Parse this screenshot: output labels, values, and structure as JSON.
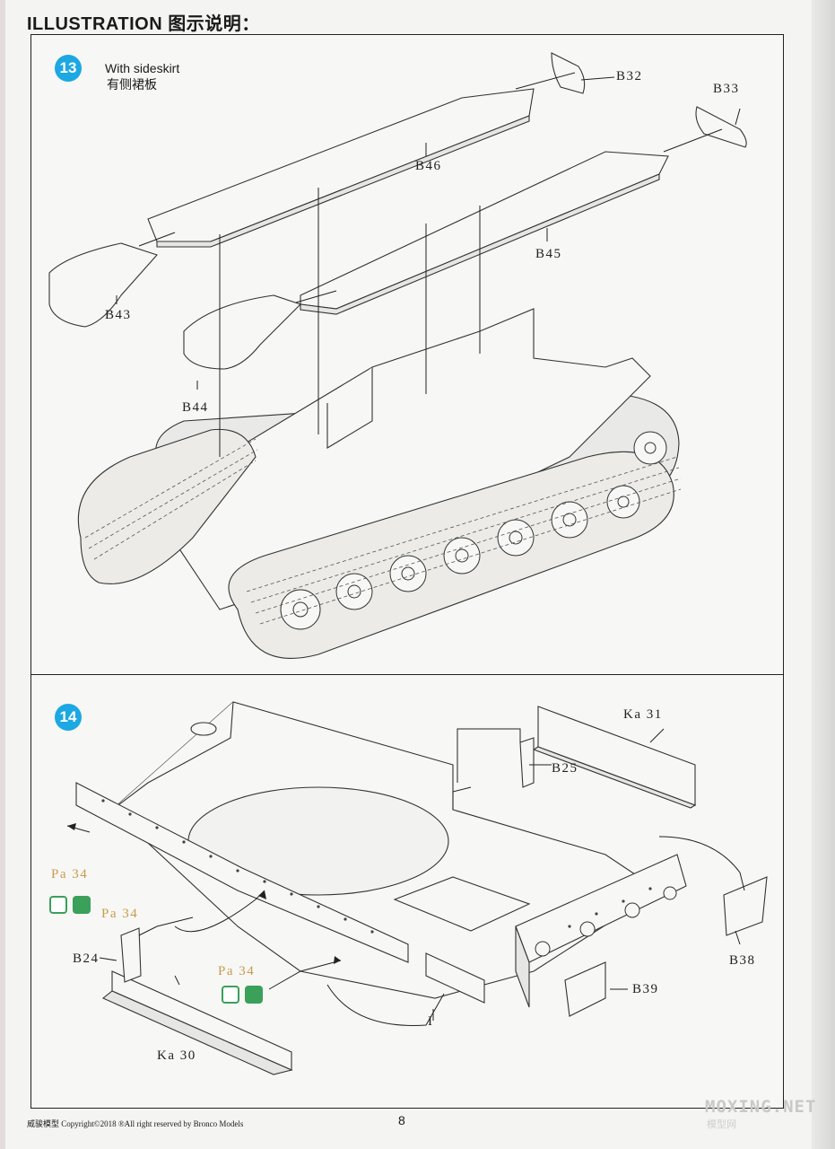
{
  "header": {
    "title": "ILLUSTRATION 图示说明："
  },
  "step13": {
    "number": "13",
    "caption_en": "With sideskirt",
    "caption_cn": "有侧裙板",
    "labels": {
      "b32": "B32",
      "b33": "B33",
      "b46": "B46",
      "b45": "B45",
      "b43": "B43",
      "b44": "B44"
    }
  },
  "step14": {
    "number": "14",
    "labels": {
      "ka31": "Ka 31",
      "b25": "B25",
      "pa34_a": "Pa 34",
      "pa34_b": "Pa 34",
      "pa34_c": "Pa 34",
      "b24": "B24",
      "b38": "B38",
      "b39": "B39",
      "i": "I",
      "ka30": "Ka 30"
    },
    "icons": [
      "glue-icon",
      "cut-icon"
    ]
  },
  "footer": {
    "copyright": "威骏模型  Copyright©2018  ®All right reserved by Bronco Models",
    "page_number": "8"
  },
  "watermark": {
    "main": "MOXING.NET",
    "sub": "模型网"
  },
  "colors": {
    "badge": "#1ca8e2",
    "photo_etch_label": "#c99a4c",
    "tool_icon": "#3aa05a"
  }
}
